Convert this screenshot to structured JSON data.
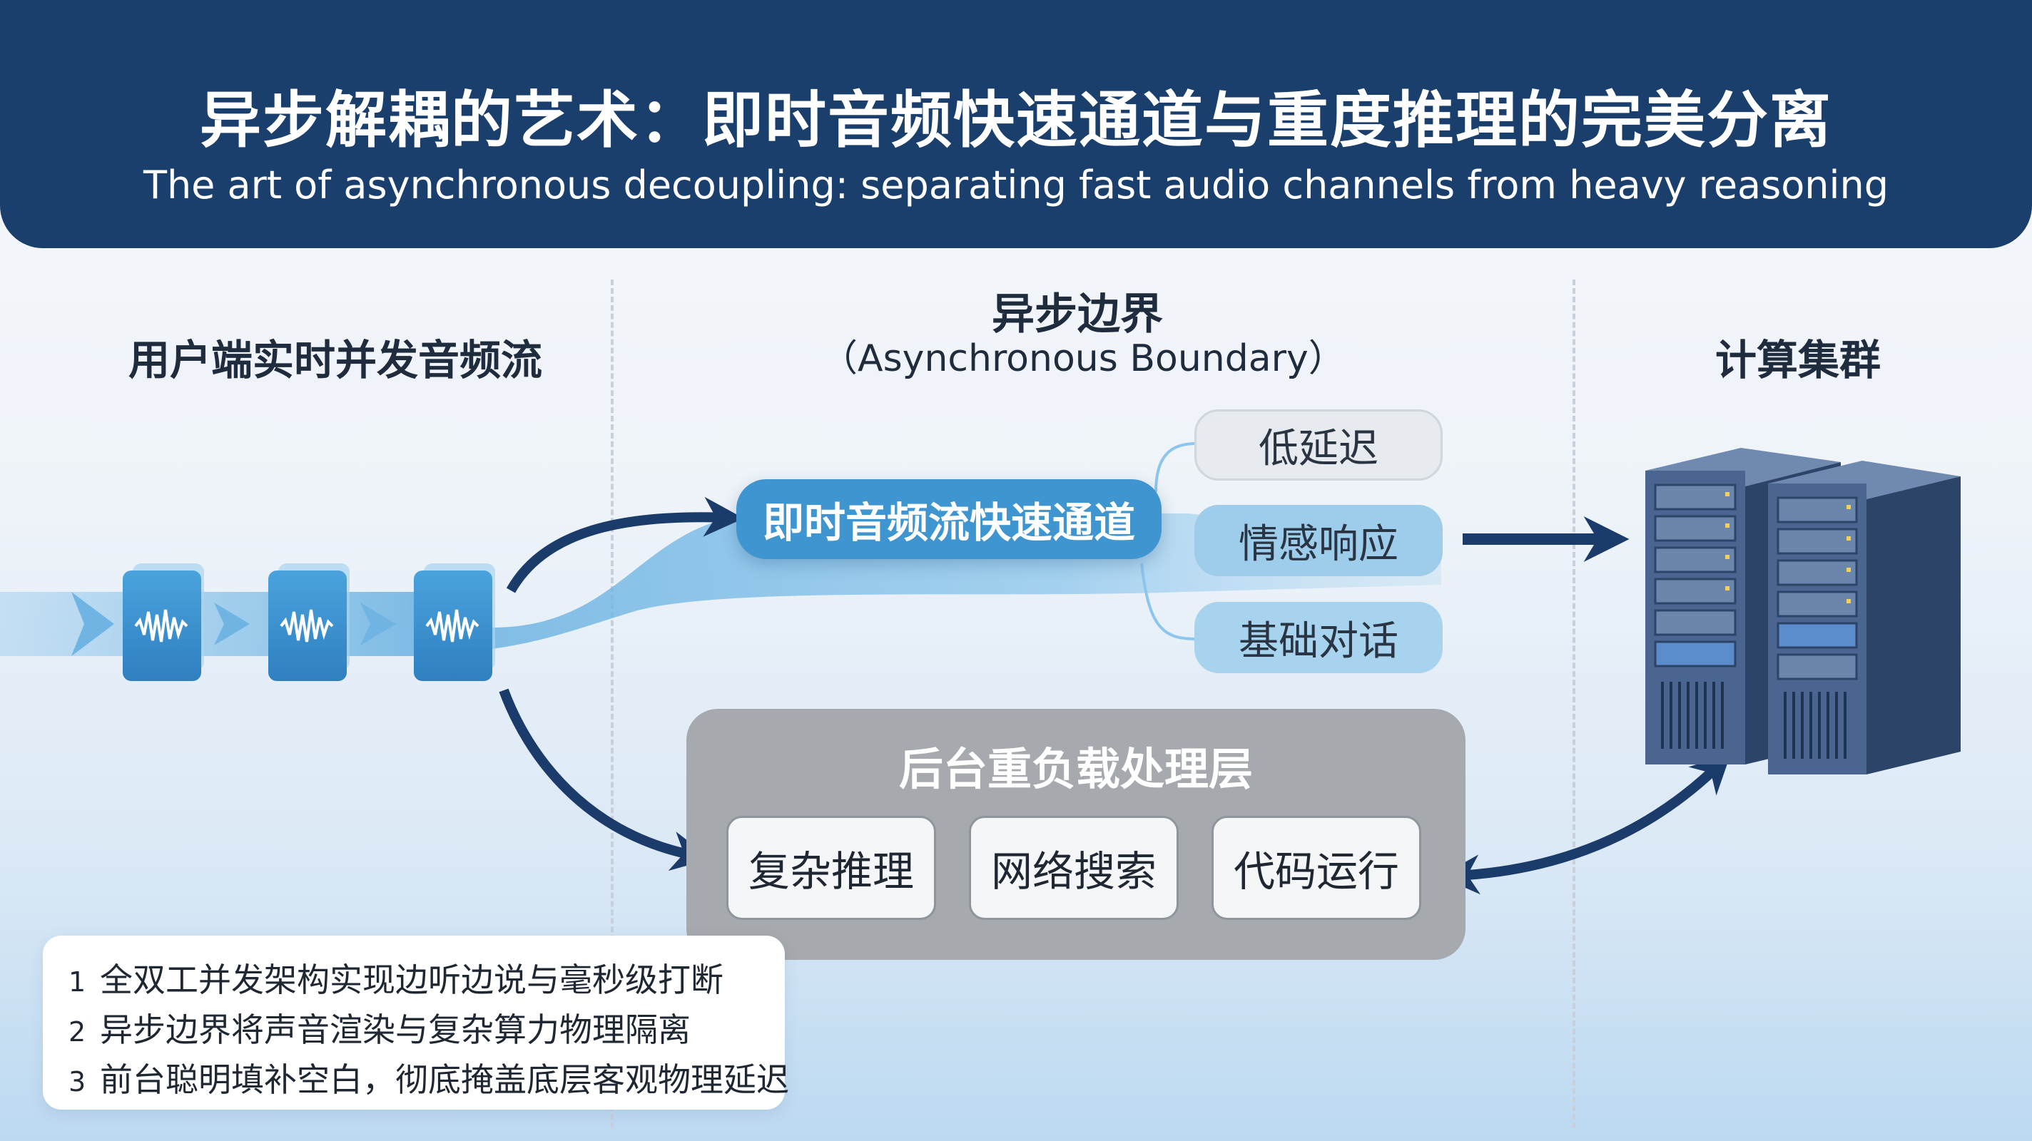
{
  "title": {
    "zh": "异步解耦的艺术：即时音频快速通道与重度推理的完美分离",
    "en": "The art of asynchronous decoupling: separating fast audio channels from heavy reasoning"
  },
  "columns": {
    "left": "用户端实时并发音频流",
    "middle_title": "异步边界",
    "middle_sub": "（Asynchronous Boundary）",
    "right": "计算集群"
  },
  "fast_lane": {
    "label": "即时音频流快速通道",
    "outputs": [
      "低延迟",
      "情感响应",
      "基础对话"
    ]
  },
  "heavy_layer": {
    "title": "后台重负载处理层",
    "tasks": [
      "复杂推理",
      "网络搜索",
      "代码运行"
    ]
  },
  "notes": [
    {
      "num": "1",
      "text": "全双工并发架构实现边听边说与毫秒级打断"
    },
    {
      "num": "2",
      "text": "异步边界将声音渲染与复杂算力物理隔离"
    },
    {
      "num": "3",
      "text": "前台聪明填补空白，彻底掩盖底层客观物理延迟"
    }
  ],
  "colors": {
    "header": "#1b3f6c",
    "fast_lane": "#3f95cf",
    "stream": "#7fbde6",
    "arrow": "#1b3c6b",
    "heavy": "#a6a9ad",
    "server": "#4a6590"
  },
  "icons": [
    "audio-packet-icon",
    "server-rack-icon",
    "arrow-icon"
  ]
}
